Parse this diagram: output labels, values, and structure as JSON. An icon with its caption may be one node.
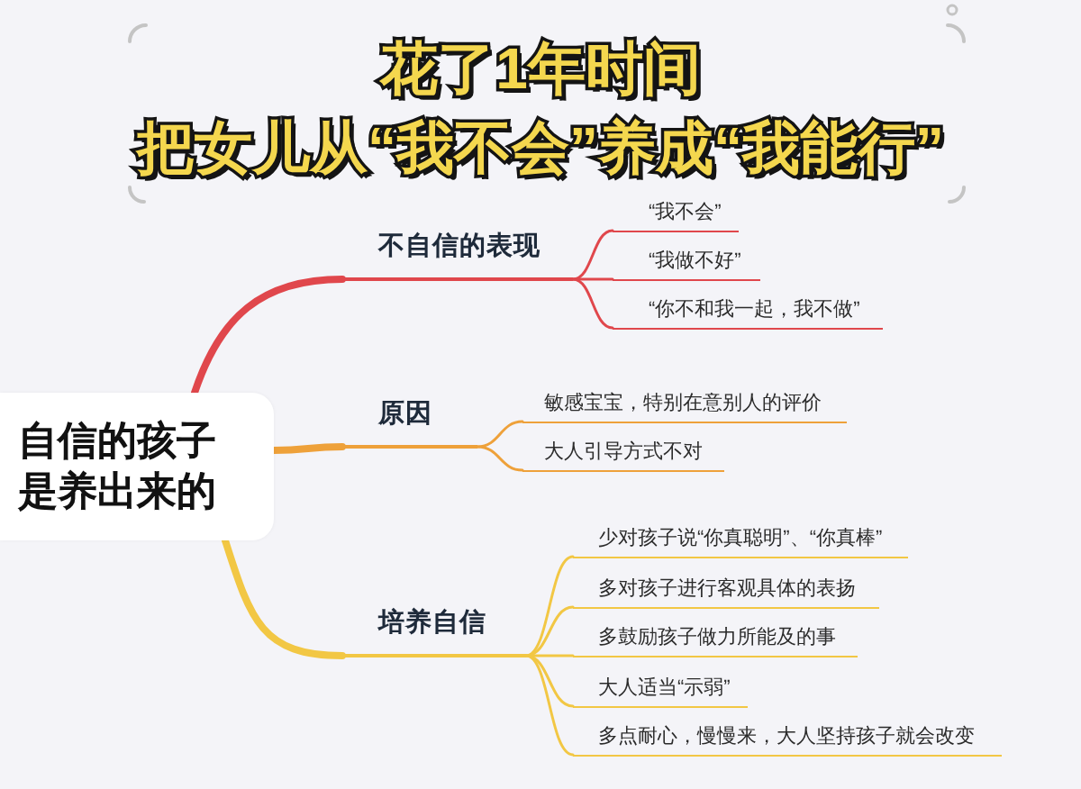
{
  "diagram": {
    "title": "花了1年时间把女儿从“我不会”养成“我能行”",
    "nodes": [
      {
        "text": [
          "自信的孩子是养出来的"
        ]
      },
      {
        "text": [
          "不自信的表现"
        ]
      },
      {
        "text": [
          "“我不会”"
        ]
      },
      {
        "text": [
          "“我做不好”"
        ]
      },
      {
        "text": [
          "“你不和我一起，我不做”"
        ]
      },
      {
        "text": [
          "原因"
        ]
      },
      {
        "text": [
          "敏感宝宝，特别在意别人的评价"
        ]
      },
      {
        "text": [
          "大人引导方式不对"
        ]
      },
      {
        "text": [
          "培养自信"
        ]
      },
      {
        "text": [
          "少对孩子说“你真聪明”、“你真棒”"
        ]
      },
      {
        "text": [
          "多对孩子进行客观具体的表扬"
        ]
      },
      {
        "text": [
          "多鼓励孩子做力所能及的事"
        ]
      },
      {
        "text": [
          "大人适当“示弱”"
        ]
      },
      {
        "text": [
          "多点耐心，慢慢来，大人坚持孩子就会改变"
        ]
      }
    ],
    "edges": [
      {
        "from": 0,
        "to": 1,
        "arrow": "none",
        "style": "thick",
        "color": "#e0474c"
      },
      {
        "from": 1,
        "to": 2,
        "arrow": "none",
        "color": "#e0474c"
      },
      {
        "from": 1,
        "to": 3,
        "arrow": "none",
        "color": "#e0474c"
      },
      {
        "from": 1,
        "to": 4,
        "arrow": "none",
        "color": "#e0474c"
      },
      {
        "from": 0,
        "to": 5,
        "arrow": "none",
        "style": "thick",
        "color": "#eea13a"
      },
      {
        "from": 5,
        "to": 6,
        "arrow": "none",
        "color": "#eea13a"
      },
      {
        "from": 5,
        "to": 7,
        "arrow": "none",
        "color": "#eea13a"
      },
      {
        "from": 0,
        "to": 8,
        "arrow": "none",
        "style": "thick",
        "color": "#f2c744"
      },
      {
        "from": 8,
        "to": 9,
        "arrow": "none",
        "color": "#f2c744"
      },
      {
        "from": 8,
        "to": 10,
        "arrow": "none",
        "color": "#f2c744"
      },
      {
        "from": 8,
        "to": 11,
        "arrow": "none",
        "color": "#f2c744"
      },
      {
        "from": 8,
        "to": 12,
        "arrow": "none",
        "color": "#f2c744"
      },
      {
        "from": 8,
        "to": 13,
        "arrow": "none",
        "color": "#f2c744"
      }
    ]
  }
}
